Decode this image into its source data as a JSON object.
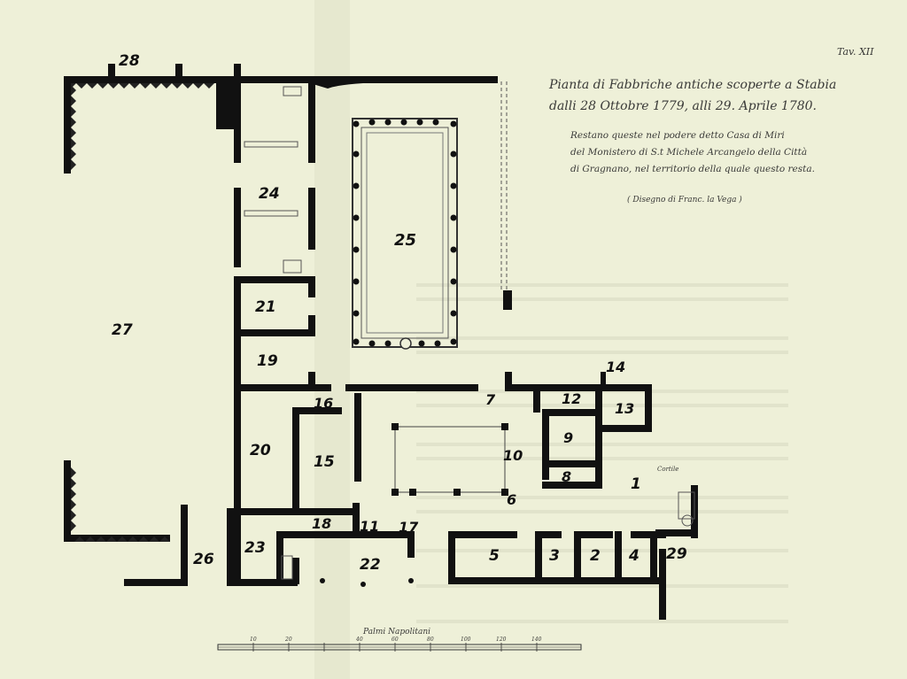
{
  "plate": {
    "plate_label": "Tav. XII",
    "title_line1": "Pianta di Fabbriche antiche scoperte a Stabia",
    "title_line2": "dalli 28 Ottobre 1779, alli 29. Aprile 1780.",
    "note_line1": "Restano queste nel podere detto Casa di Miri",
    "note_line2": "del Monistero di S.t Michele Arcangelo della Città",
    "note_line3": "di Gragnano, nel territorio della quale questo resta.",
    "author": "( Disegno di Franc. la Vega )",
    "scale_label": "Palmi Napolitani",
    "cortile_label": "Cortile",
    "scale_ticks": [
      "10",
      "20",
      "40",
      "60",
      "80",
      "100",
      "120",
      "140"
    ]
  },
  "rooms": {
    "r1": "1",
    "r2": "2",
    "r3": "3",
    "r4": "4",
    "r5": "5",
    "r6": "6",
    "r7": "7",
    "r8": "8",
    "r9": "9",
    "r10": "10",
    "r11": "11",
    "r12": "12",
    "r13": "13",
    "r14": "14",
    "r15": "15",
    "r16": "16",
    "r17": "17",
    "r18": "18",
    "r19": "19",
    "r20": "20",
    "r21": "21",
    "r22": "22",
    "r23": "23",
    "r24": "24",
    "r25": "25",
    "r26": "26",
    "r27": "27",
    "r28": "28",
    "r29": "29"
  },
  "colors": {
    "paper": "#eef0d8",
    "wall": "#111111",
    "label": "#111111"
  }
}
